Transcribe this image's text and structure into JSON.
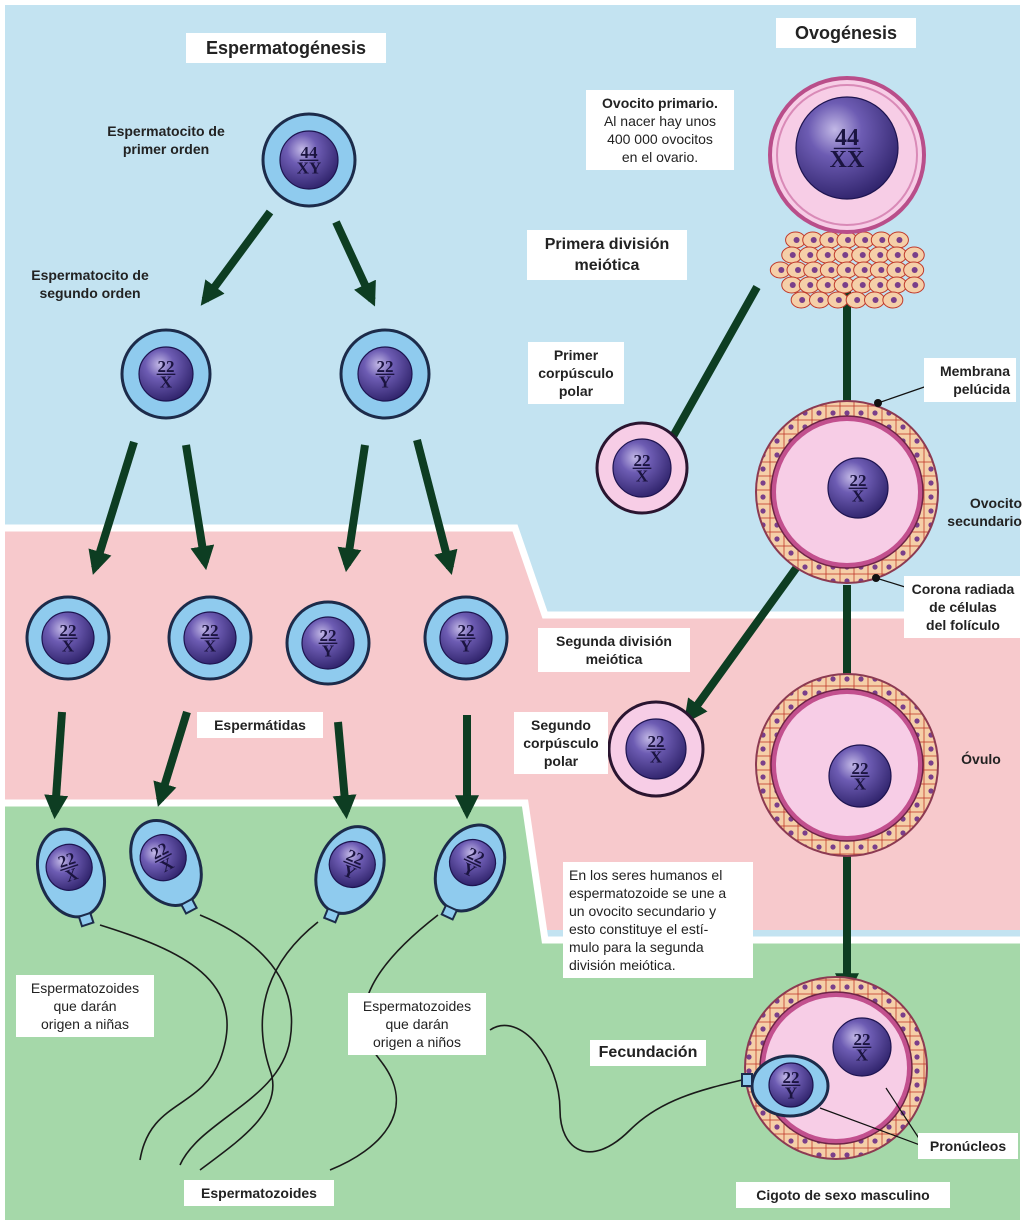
{
  "titles": {
    "spermatogenesis": "Espermatogénesis",
    "oogenesis": "Ovogénesis"
  },
  "labels": {
    "spermatocyte_1": [
      "Espermatocito de",
      "primer orden"
    ],
    "spermatocyte_2": [
      "Espermatocito de",
      "segundo orden"
    ],
    "spermatids": "Espermátidas",
    "sperm_girls": [
      "Espermatozoides",
      "que darán",
      "origen a niñas"
    ],
    "sperm_boys": [
      "Espermatozoides",
      "que darán",
      "origen a niños"
    ],
    "spermatozoa": "Espermatozoides",
    "oocyte_primary": [
      "Ovocito primario.",
      "Al nacer hay unos",
      "400 000 ovocitos",
      "en el ovario."
    ],
    "first_meiotic_division": [
      "Primera división",
      "meiótica"
    ],
    "first_polar_body": [
      "Primer",
      "corpúsculo",
      "polar"
    ],
    "zona_pellucida": [
      "Membrana",
      "pelúcida"
    ],
    "oocyte_secondary": [
      "Ovocito",
      "secundario"
    ],
    "corona_radiata": [
      "Corona radiada",
      "de células",
      "del folículo"
    ],
    "second_meiotic_division": [
      "Segunda división",
      "meiótica"
    ],
    "second_polar_body": [
      "Segundo",
      "corpúsculo",
      "polar"
    ],
    "ovum": "Óvulo",
    "fertilization_note": [
      "En los seres humanos el",
      "espermatozoide se une a",
      "un ovocito secundario y",
      "esto constituye el estí-",
      "mulo para la segunda",
      "división meiótica."
    ],
    "fertilization": "Fecundación",
    "pronuclei": "Pronúcleos",
    "zygote": "Cigoto de sexo masculino"
  },
  "nuclei": {
    "spermatocyte_1": [
      "44",
      "XY"
    ],
    "spermatocyte_2a": [
      "22",
      "X"
    ],
    "spermatocyte_2b": [
      "22",
      "Y"
    ],
    "spermatid_1": [
      "22",
      "X"
    ],
    "spermatid_2": [
      "22",
      "X"
    ],
    "spermatid_3": [
      "22",
      "Y"
    ],
    "spermatid_4": [
      "22",
      "Y"
    ],
    "sperm_1": [
      "22",
      "X"
    ],
    "sperm_2": [
      "22",
      "X"
    ],
    "sperm_3": [
      "22",
      "Y"
    ],
    "sperm_4": [
      "22",
      "Y"
    ],
    "oocyte_primary": [
      "44",
      "XX"
    ],
    "first_polar_body": [
      "22",
      "X"
    ],
    "oocyte_secondary": [
      "22",
      "X"
    ],
    "second_polar_body": [
      "22",
      "X"
    ],
    "ovum": [
      "22",
      "X"
    ],
    "zygote_female": [
      "22",
      "X"
    ],
    "zygote_male": [
      "22",
      "Y"
    ]
  },
  "colors": {
    "blue_band": "#c3e3f1",
    "pink_band": "#f7c9cc",
    "green_band": "#a5d8a9",
    "sperm_cell": "#8fcbee",
    "nucleus": "#4a3b8e",
    "egg_cell": "#f7cde6",
    "arrow": "#0d3d22"
  }
}
